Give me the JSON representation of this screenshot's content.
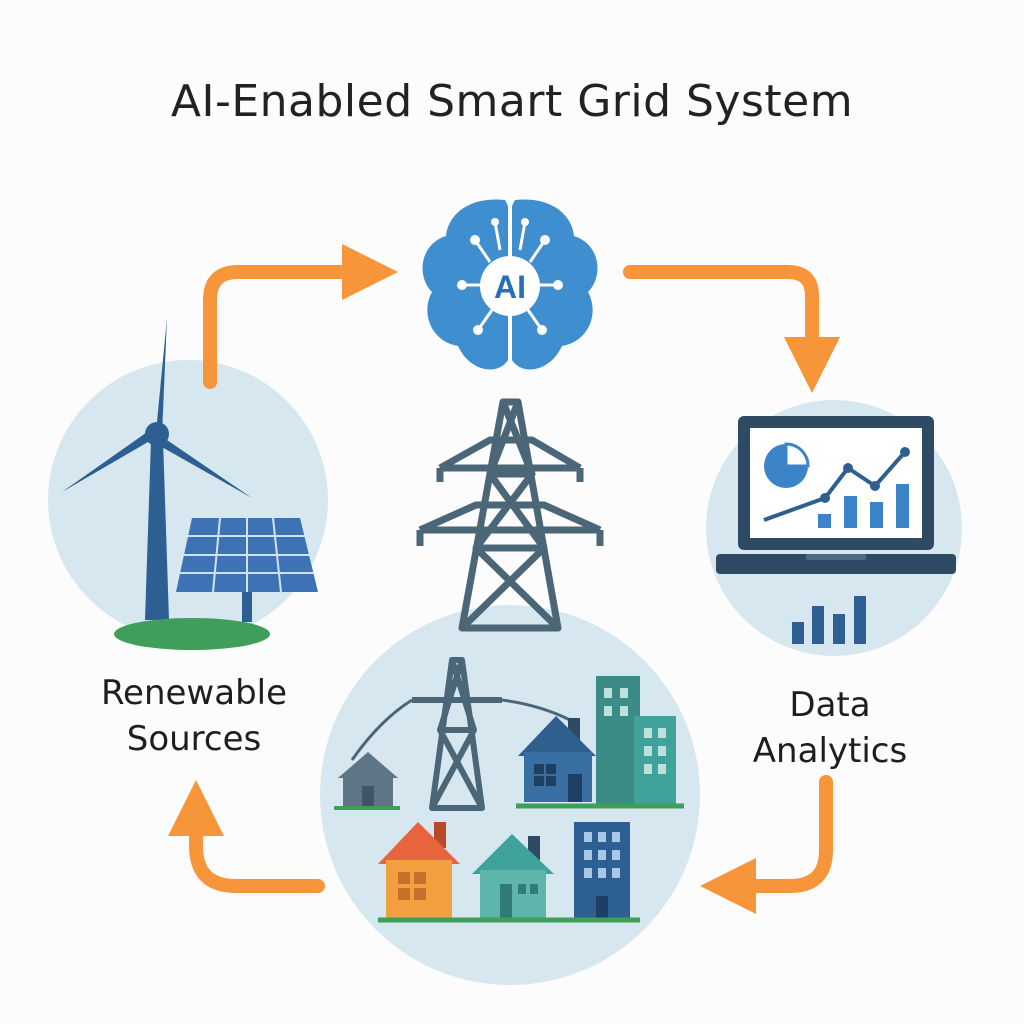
{
  "title": "AI-Enabled Smart Grid System",
  "ai_badge": "AI",
  "nodes": {
    "renewable": {
      "line1": "Renewable",
      "line2": "Sources"
    },
    "analytics": {
      "line1": "Data",
      "line2": "Analytics"
    }
  },
  "colors": {
    "arrow": "#F7953A",
    "circle": "#D6E7F0",
    "brain": "#3F8ECF",
    "steel": "#4B6677",
    "turbine": "#2E5F93",
    "panel": "#3D73B4",
    "grass": "#3F9E5A",
    "chart": "#3B84C7",
    "laptop": "#2F4A63"
  },
  "icons": [
    "brain-ai-icon",
    "wind-turbine-icon",
    "solar-panel-icon",
    "transmission-tower-icon",
    "laptop-chart-icon",
    "bar-chart-icon",
    "city-grid-icon"
  ]
}
